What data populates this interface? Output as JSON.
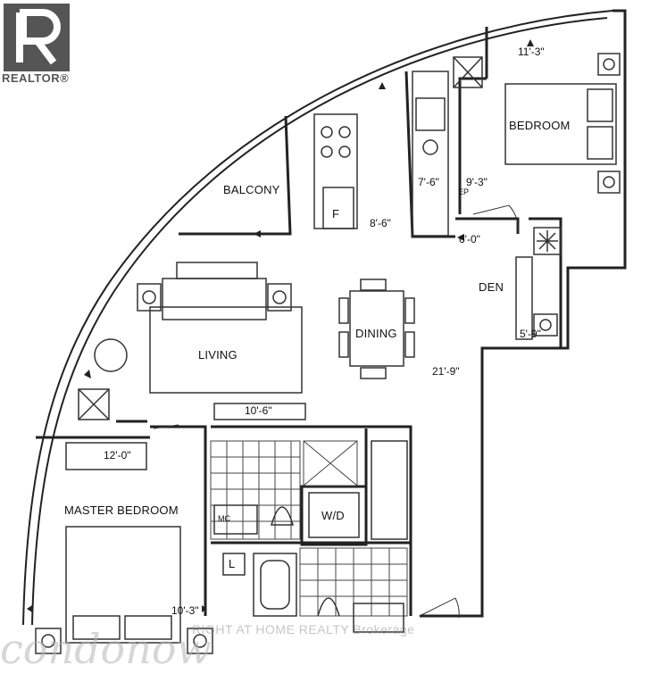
{
  "logo": {
    "text": "REALTOR®",
    "icon": "realtor-r-icon"
  },
  "rooms": {
    "balcony": "BALCONY",
    "bedroom": "BEDROOM",
    "den": "DEN",
    "dining": "DINING",
    "living": "LIVING",
    "master_bedroom": "MASTER BEDROOM",
    "fridge": "F",
    "ep": "EP",
    "mc": "MC",
    "wd": "W/D",
    "linen": "L"
  },
  "dimensions": {
    "bedroom_width": "11'-3\"",
    "bedroom_depth": "9'-3\"",
    "kitchen_width": "7'-6\"",
    "kitchen_depth": "8'-6\"",
    "den_width": "6'-0\"",
    "den_depth": "5'-9\"",
    "living_dining_depth": "21'-9\"",
    "living_width": "10'-6\"",
    "master_width": "12'-0\"",
    "master_depth": "10'-3\""
  },
  "watermark": {
    "brokerage": "RIGHT AT HOME REALTY Brokerage",
    "site": "condonow"
  }
}
